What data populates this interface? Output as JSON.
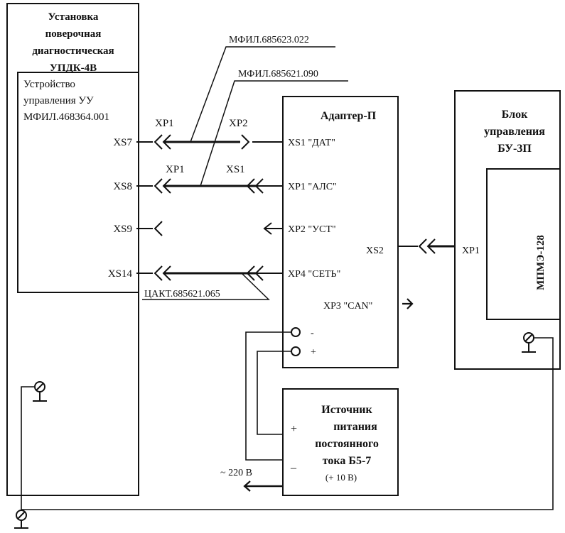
{
  "blocks": {
    "udk": {
      "lines": [
        "Установка",
        "поверочная",
        "диагностическая",
        "УПДК-4В"
      ]
    },
    "uu": {
      "lines": [
        "Устройство",
        "управления УУ",
        "МФИЛ.468364.001"
      ]
    },
    "adapter": {
      "title": "Адаптер-П"
    },
    "bu": {
      "lines": [
        "Блок",
        "управления",
        "БУ-3П"
      ]
    },
    "mpme": {
      "label": "МПМЭ-128"
    },
    "psu": {
      "lines": [
        "Источник",
        "питания",
        "постоянного",
        "тока Б5-7"
      ],
      "voltage": "(+ 10 В)",
      "plus": "+",
      "minus": "–"
    }
  },
  "cables": {
    "c1": "МФИЛ.685623.022",
    "c2": "МФИЛ.685621.090",
    "c3": "ЦАКТ.685621.065"
  },
  "connectors": {
    "xs7": "XS7",
    "xs8": "XS8",
    "xs9": "XS9",
    "xs14": "XS14",
    "xp1_a": "ХР1",
    "xp2_a": "ХР2",
    "xp1_b": "ХР1",
    "xs1_b": "XS1",
    "adapter_xs1": "XS1 \"ДАТ\"",
    "adapter_xp1": "ХР1 \"АЛС\"",
    "adapter_xp2": "ХР2 \"УСТ\"",
    "adapter_xs2": "XS2",
    "adapter_xp4": "ХР4 \"СЕТЬ\"",
    "adapter_xp3": "ХР3 \"CAN\"",
    "bu_xp1": "ХР1",
    "adapter_minus": "-",
    "adapter_plus": "+"
  },
  "mains": "~ 220 В"
}
